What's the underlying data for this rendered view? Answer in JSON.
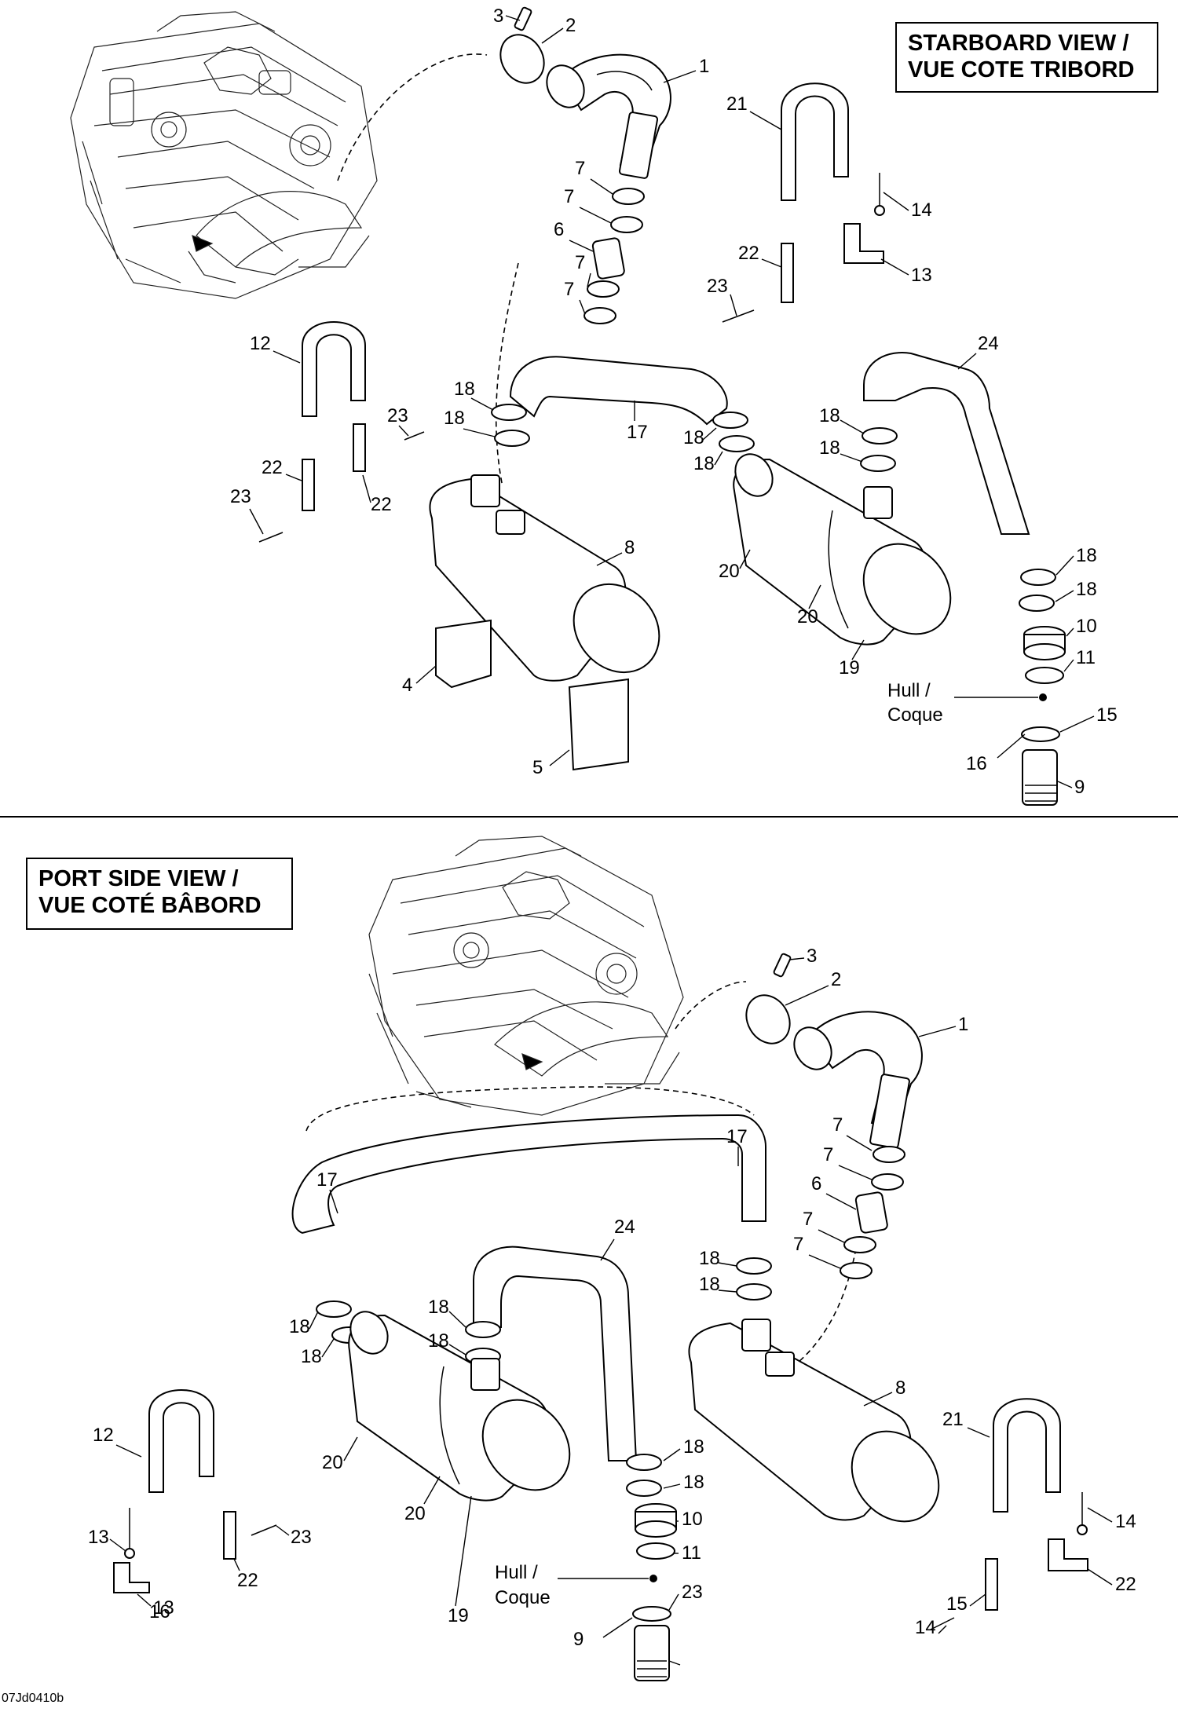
{
  "views": {
    "top_title_line1": "STARBOARD VIEW /",
    "top_title_line2": "VUE COTE TRIBORD",
    "bottom_title_line1": "PORT SIDE VIEW /",
    "bottom_title_line2": "VUE COTÉ BÂBORD"
  },
  "hull_label_line1": "Hull /",
  "hull_label_line2": "Coque",
  "drawing_code": "07Jd0410b",
  "top_callouts": [
    "3",
    "2",
    "1",
    "21",
    "7",
    "7",
    "14",
    "6",
    "22",
    "13",
    "7",
    "7",
    "23",
    "12",
    "24",
    "18",
    "18",
    "17",
    "18",
    "18",
    "23",
    "18",
    "18",
    "22",
    "22",
    "23",
    "8",
    "18",
    "20",
    "18",
    "20",
    "10",
    "4",
    "19",
    "11",
    "15",
    "16",
    "5",
    "9"
  ],
  "bottom_callouts": [
    "3",
    "2",
    "1",
    "17",
    "7",
    "7",
    "6",
    "17",
    "7",
    "7",
    "24",
    "18",
    "18",
    "18",
    "18",
    "18",
    "18",
    "8",
    "12",
    "20",
    "18",
    "21",
    "18",
    "14",
    "20",
    "23",
    "10",
    "11",
    "22",
    "13",
    "19",
    "22",
    "15",
    "23",
    "14",
    "13",
    "16",
    "9"
  ],
  "icons": [
    "engine-illustration",
    "exhaust-elbow",
    "clamp",
    "muffler",
    "strap",
    "bracket",
    "hose",
    "outlet-fitting"
  ]
}
